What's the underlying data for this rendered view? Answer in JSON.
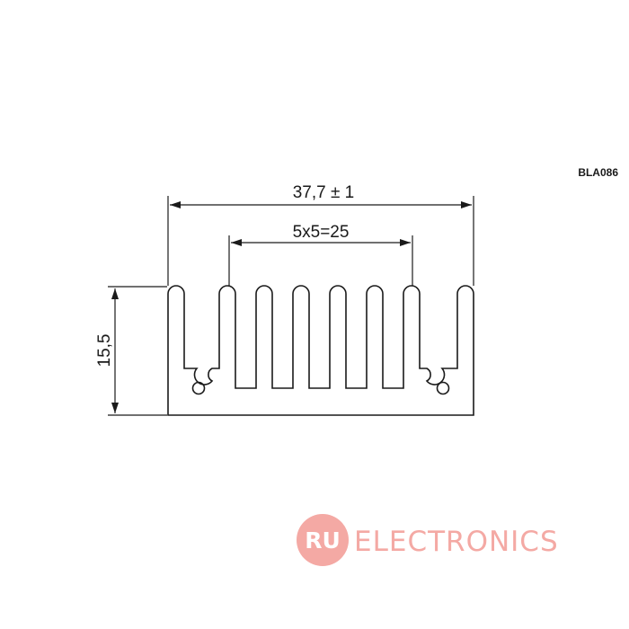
{
  "part_code": "BLA086",
  "dimensions": {
    "overall_width": "37,7 ± 1",
    "fin_pitch": "5x5=25",
    "height": "15,5"
  },
  "watermark": {
    "logo_letters": "RU",
    "brand": "ELECTRONICS",
    "color": "#f4a9a4"
  }
}
